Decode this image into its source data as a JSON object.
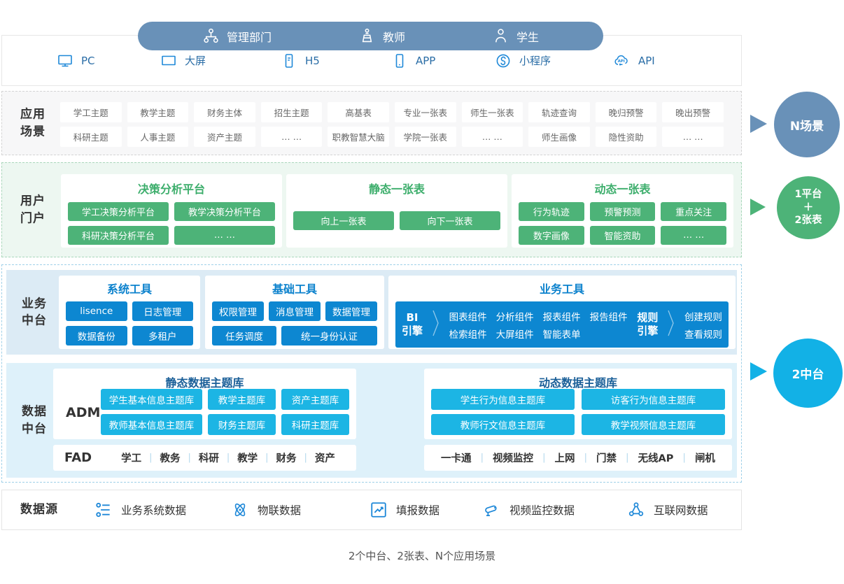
{
  "colors": {
    "brand_blue": "#0d87d1",
    "brand_cyan": "#1cb5e4",
    "brand_green": "#4db378",
    "pill_blue": "#6991b8",
    "icon_blue": "#1e88d8",
    "navy_title": "#1a5f98"
  },
  "top": {
    "roles": [
      {
        "icon": "org-chart-icon",
        "label": "管理部门"
      },
      {
        "icon": "teacher-icon",
        "label": "教师"
      },
      {
        "icon": "student-icon",
        "label": "学生"
      }
    ],
    "channels": [
      {
        "icon": "pc-icon",
        "label": "PC"
      },
      {
        "icon": "bigscreen-icon",
        "label": "大屏"
      },
      {
        "icon": "h5-icon",
        "label": "H5"
      },
      {
        "icon": "app-icon",
        "label": "APP"
      },
      {
        "icon": "miniprogram-icon",
        "label": "小程序"
      },
      {
        "icon": "api-icon",
        "label": "API"
      }
    ]
  },
  "app_scenarios": {
    "label": [
      "应用",
      "场景"
    ],
    "row1": [
      "学工主题",
      "教学主题",
      "财务主体",
      "招生主题",
      "高基表",
      "专业一张表",
      "师生一张表",
      "轨迹查询",
      "晚归预警",
      "晚出预警"
    ],
    "row2": [
      "科研主题",
      "人事主题",
      "资产主题",
      "… …",
      "职教智慧大脑",
      "学院一张表",
      "… …",
      "师生画像",
      "隐性资助",
      "… …"
    ]
  },
  "portal": {
    "label": [
      "用户",
      "门户"
    ],
    "groups": [
      {
        "title": "决策分析平台",
        "items": [
          "学工决策分析平台",
          "教学决策分析平台",
          "科研决策分析平台",
          "… …"
        ]
      },
      {
        "title": "静态一张表",
        "items": [
          "向上一张表",
          "向下一张表"
        ]
      },
      {
        "title": "动态一张表",
        "items": [
          "行为轨迹",
          "预警预测",
          "重点关注",
          "数字画像",
          "智能资助",
          "… …"
        ]
      }
    ]
  },
  "business": {
    "label": [
      "业务",
      "中台"
    ],
    "system_tools": {
      "title": "系统工具",
      "items": [
        "lisence",
        "日志管理",
        "数据备份",
        "多租户"
      ]
    },
    "basic_tools": {
      "title": "基础工具",
      "row1": [
        "权限管理",
        "消息管理",
        "数据管理"
      ],
      "row2": [
        "任务调度",
        "统一身份认证"
      ]
    },
    "business_tools": {
      "title": "业务工具",
      "bi_engine": [
        "BI",
        "引擎"
      ],
      "components_row1": [
        "图表组件",
        "分析组件",
        "报表组件",
        "报告组件"
      ],
      "components_row2": [
        "检索组件",
        "大屏组件",
        "智能表单"
      ],
      "rule_engine": [
        "规则",
        "引擎"
      ],
      "rules": [
        "创建规则",
        "查看规则"
      ]
    }
  },
  "data_platform": {
    "label": [
      "数据",
      "中台"
    ],
    "adm_label": "ADM",
    "fad_label": "FAD",
    "static": {
      "title": "静态数据主题库",
      "row1": [
        "学生基本信息主题库",
        "教学主题库",
        "资产主题库"
      ],
      "row2": [
        "教师基本信息主题库",
        "财务主题库",
        "科研主题库"
      ]
    },
    "fad_items": [
      "学工",
      "教务",
      "科研",
      "教学",
      "财务",
      "资产"
    ],
    "dynamic": {
      "title": "动态数据主题库",
      "row1": [
        "学生行为信息主题库",
        "访客行为信息主题库"
      ],
      "row2": [
        "教师行文信息主题库",
        "教学视频信息主题库"
      ]
    },
    "dynamic_items": [
      "一卡通",
      "视频监控",
      "上网",
      "门禁",
      "无线AP",
      "闸机"
    ]
  },
  "data_sources": {
    "label": "数据源",
    "items": [
      {
        "icon": "list-icon",
        "label": "业务系统数据"
      },
      {
        "icon": "atom-icon",
        "label": "物联数据"
      },
      {
        "icon": "chart-icon",
        "label": "填报数据"
      },
      {
        "icon": "camera-icon",
        "label": "视频监控数据"
      },
      {
        "icon": "network-icon",
        "label": "互联网数据"
      }
    ]
  },
  "badges": [
    {
      "text": "N场景"
    },
    {
      "lines": [
        "1平台",
        "＋",
        "2张表"
      ]
    },
    {
      "text": "2中台"
    }
  ],
  "caption": "2个中台、2张表、N个应用场景"
}
